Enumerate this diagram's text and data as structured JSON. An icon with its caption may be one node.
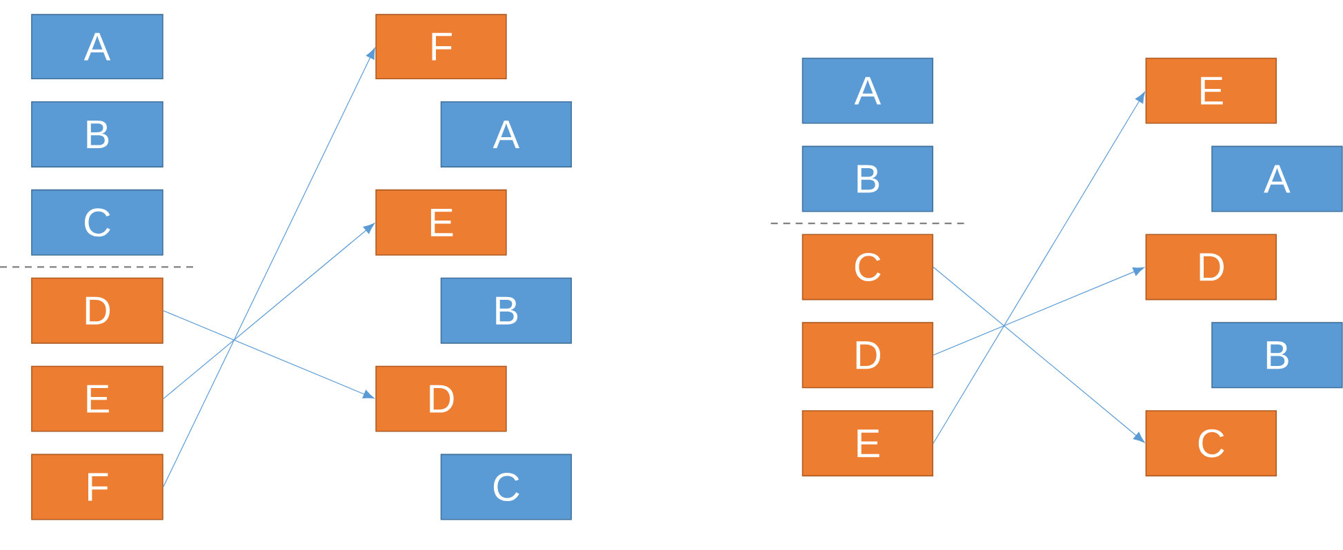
{
  "diagram": {
    "nodes": [
      {
        "text": [
          "A"
        ]
      },
      {
        "text": [
          "B"
        ]
      },
      {
        "text": [
          "C"
        ]
      },
      {
        "text": [
          "D"
        ]
      },
      {
        "text": [
          "E"
        ]
      },
      {
        "text": [
          "F"
        ]
      },
      {
        "text": [
          "F"
        ]
      },
      {
        "text": [
          "A"
        ]
      },
      {
        "text": [
          "E"
        ]
      },
      {
        "text": [
          "B"
        ]
      },
      {
        "text": [
          "D"
        ]
      },
      {
        "text": [
          "C"
        ]
      },
      {
        "text": [
          "A"
        ]
      },
      {
        "text": [
          "B"
        ]
      },
      {
        "text": [
          "C"
        ]
      },
      {
        "text": [
          "D"
        ]
      },
      {
        "text": [
          "E"
        ]
      },
      {
        "text": [
          "E"
        ]
      },
      {
        "text": [
          "A"
        ]
      },
      {
        "text": [
          "D"
        ]
      },
      {
        "text": [
          "B"
        ]
      },
      {
        "text": [
          "C"
        ]
      }
    ],
    "edges": [
      {
        "from": 3,
        "to": 10,
        "arrow": "to"
      },
      {
        "from": 4,
        "to": 8,
        "arrow": "to"
      },
      {
        "from": 5,
        "to": 6,
        "arrow": "to"
      },
      {
        "from": 14,
        "to": 21,
        "arrow": "to"
      },
      {
        "from": 15,
        "to": 19,
        "arrow": "to"
      },
      {
        "from": 16,
        "to": 17,
        "arrow": "to"
      }
    ]
  }
}
